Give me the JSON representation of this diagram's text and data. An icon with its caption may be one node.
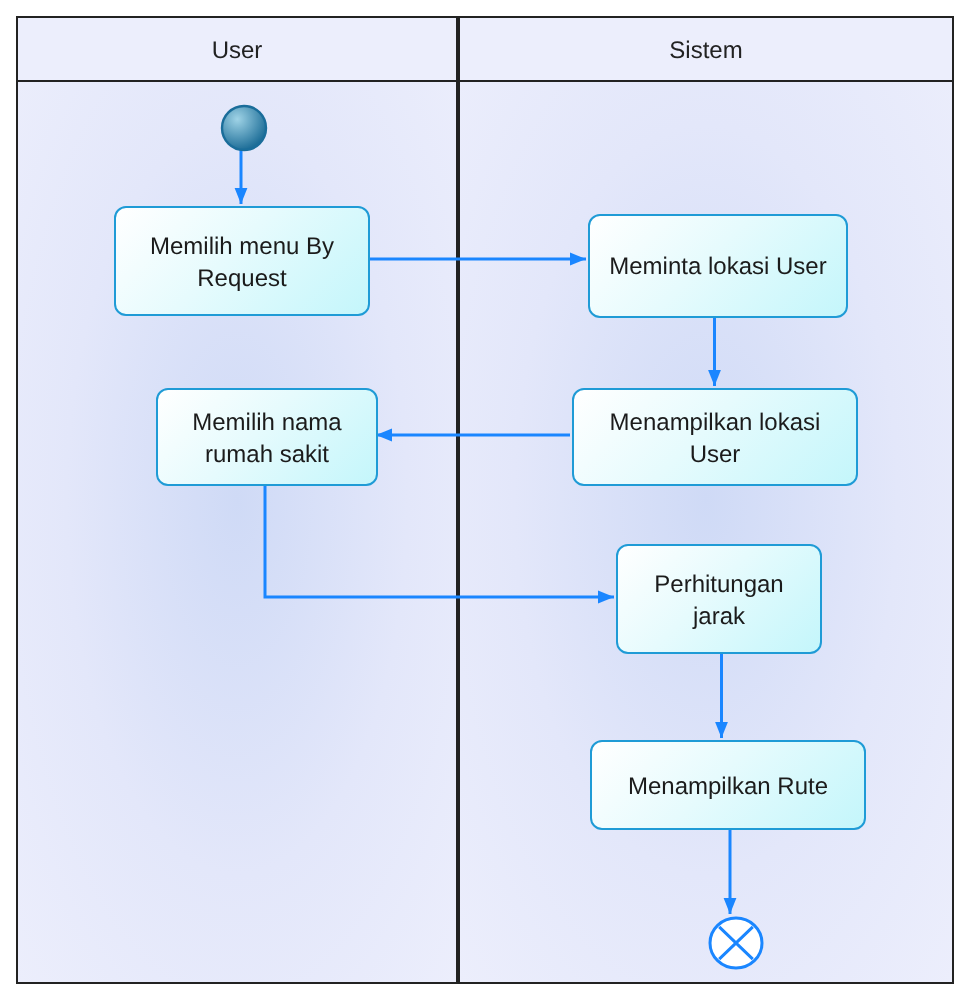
{
  "diagram": {
    "nodes": [
      {
        "text": [
          "User"
        ]
      },
      {
        "text": [
          "Sistem"
        ]
      },
      {
        "text": [],
        "shape": "circle",
        "in": 0
      },
      {
        "text": [
          "Memilih menu By Request"
        ],
        "in": 0
      },
      {
        "text": [
          "Meminta lokasi User"
        ],
        "in": 1
      },
      {
        "text": [
          "Menampilkan lokasi User"
        ],
        "in": 1
      },
      {
        "text": [
          "Memilih nama rumah sakit"
        ],
        "in": 0
      },
      {
        "text": [
          "Perhitungan jarak"
        ],
        "in": 1
      },
      {
        "text": [
          "Menampilkan Rute"
        ],
        "in": 1
      },
      {
        "text": [],
        "shape": "circle",
        "in": 1
      }
    ],
    "edges": [
      {
        "from": 2,
        "to": 3,
        "arrow": "to"
      },
      {
        "from": 3,
        "to": 4,
        "arrow": "to"
      },
      {
        "from": 4,
        "to": 5,
        "arrow": "to"
      },
      {
        "from": 5,
        "to": 6,
        "arrow": "to"
      },
      {
        "from": 6,
        "to": 7,
        "arrow": "to"
      },
      {
        "from": 7,
        "to": 8,
        "arrow": "to"
      },
      {
        "from": 8,
        "to": 9,
        "arrow": "to"
      }
    ]
  }
}
